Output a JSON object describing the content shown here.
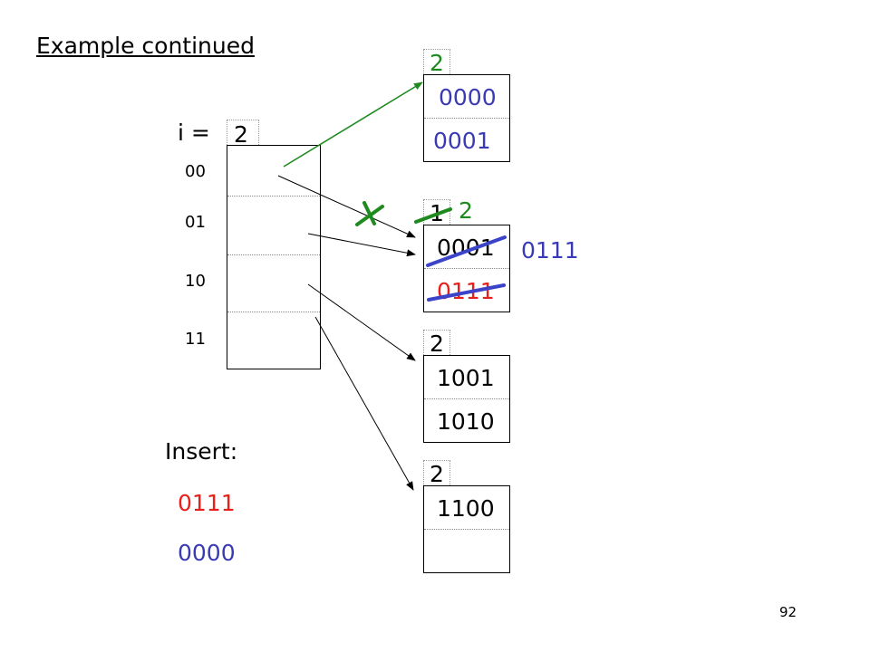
{
  "title": "Example continued",
  "directory": {
    "label": "i =",
    "global_depth": "2",
    "slots": [
      "00",
      "01",
      "10",
      "11"
    ]
  },
  "buckets": [
    {
      "local_depth": "2",
      "entries": [
        "0000",
        "0001"
      ]
    },
    {
      "local_depth": "1",
      "local_depth_new": "2",
      "entries": [
        "0001",
        "0111"
      ],
      "moved_entry": "0111"
    },
    {
      "local_depth": "2",
      "entries": [
        "1001",
        "1010"
      ]
    },
    {
      "local_depth": "2",
      "entries": [
        "1100",
        ""
      ]
    }
  ],
  "insert": {
    "label": "Insert:",
    "keys": [
      "0111",
      "0000"
    ]
  },
  "page_number": "92",
  "colors": {
    "blue": "#3a3ab4",
    "red": "#e8201c",
    "green": "#1f8a1f",
    "strike_blue": "#3b43c8",
    "black": "#000000"
  }
}
